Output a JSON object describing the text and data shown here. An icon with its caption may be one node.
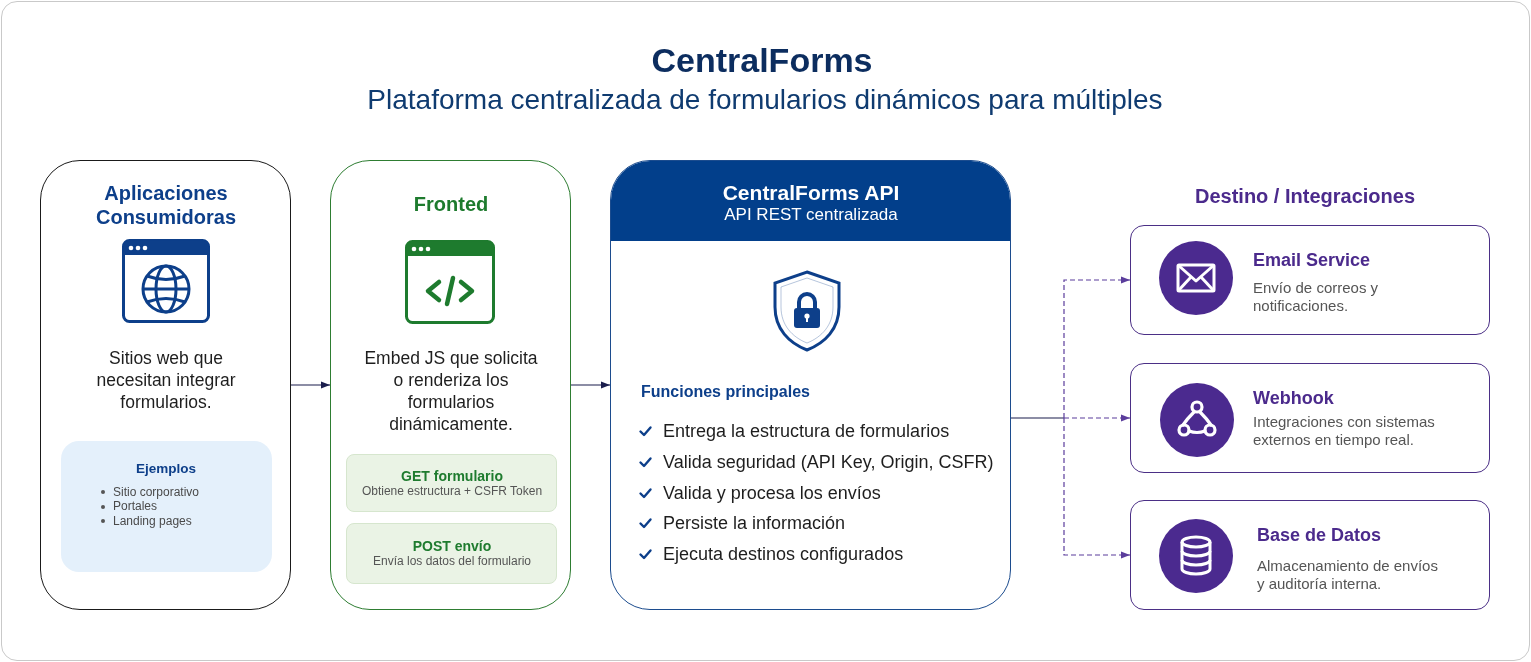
{
  "diagram": {
    "title": "CentralForms",
    "nodes": [
      {
        "text": [
          "Aplicaciones Consumidoras",
          "Sitios web que necesitan integrar formularios."
        ]
      },
      {
        "text": [
          "Ejemplos",
          "Sitio corporativo",
          "Portales",
          "Landing pages"
        ],
        "in": 0
      },
      {
        "text": [
          "Fronted",
          "Embed JS que solicita o renderiza los formularios dinámicamente."
        ]
      },
      {
        "text": [
          "GET formulario",
          "Obtiene estructura + CSFR Token"
        ],
        "in": 2
      },
      {
        "text": [
          "POST envío",
          "Envía los datos del formulario"
        ],
        "in": 2
      },
      {
        "text": [
          "CentralForms API",
          "API REST centralizada",
          "Funciones principales",
          "Entrega la estructura de formularios",
          "Valida seguridad (API Key, Origin, CSFR)",
          "Valida y procesa los envíos",
          "Persiste la información",
          "Ejecuta destinos configurados"
        ]
      },
      {
        "text": [
          "Email Service",
          "Envío de correos y notificaciones."
        ]
      },
      {
        "text": [
          "Webhook",
          "Integraciones con sistemas externos en tiempo real."
        ]
      },
      {
        "text": [
          "Base de Datos",
          "Almacenamiento de envíos y auditoría interna."
        ]
      }
    ],
    "edges": [
      {
        "from": 0,
        "to": 2,
        "arrow": "to"
      },
      {
        "from": 2,
        "to": 5,
        "arrow": "to"
      },
      {
        "from": 5,
        "to": 6,
        "arrow": "to",
        "style": "dashed",
        "color": "#5b3d9c"
      },
      {
        "from": 5,
        "to": 7,
        "arrow": "to",
        "style": "dashed",
        "color": "#5b3d9c"
      },
      {
        "from": 5,
        "to": 8,
        "arrow": "to",
        "style": "dashed",
        "color": "#5b3d9c"
      }
    ],
    "labels": [
      "Plataforma centralizada de formularios dinámicos para múltiples",
      "Destino / Integraciones"
    ]
  }
}
